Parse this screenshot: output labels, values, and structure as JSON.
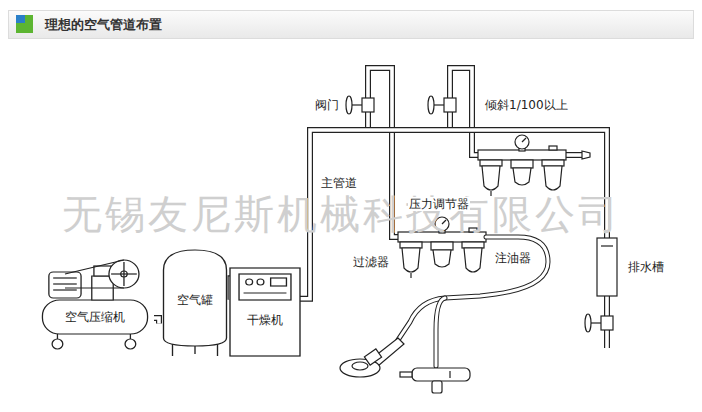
{
  "diagram": {
    "title": "理想的空气管道布置",
    "nodes": [
      {
        "text": [
          "空气压缩机"
        ]
      },
      {
        "text": [
          "空气罐"
        ]
      },
      {
        "text": [
          "干燥机"
        ]
      },
      {
        "text": [
          "排水槽"
        ]
      }
    ],
    "edges": [
      {
        "from": 0,
        "to": 1,
        "arrow": "none"
      },
      {
        "from": 1,
        "to": 2,
        "arrow": "none"
      },
      {
        "from": 2,
        "to": 3,
        "arrow": "none"
      }
    ],
    "labels": [
      "无锡友尼斯机械科技有限公司",
      "阀门",
      "倾斜1/100以上",
      "主管道",
      "压力调节器",
      "过滤器",
      "注油器"
    ]
  }
}
